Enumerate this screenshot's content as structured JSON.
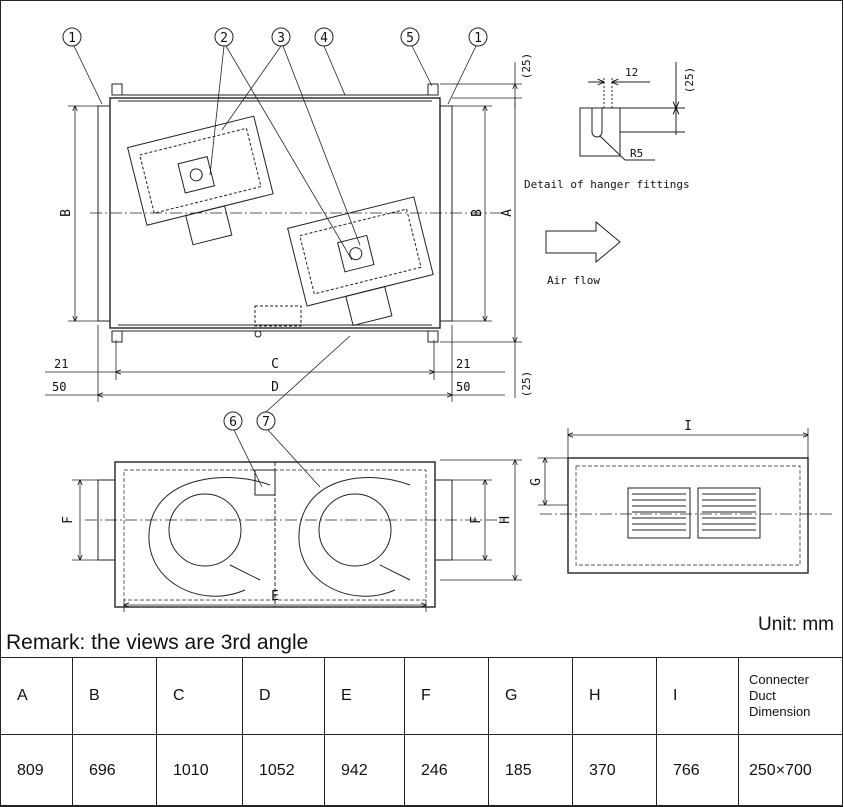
{
  "callouts": [
    "1",
    "2",
    "3",
    "4",
    "5",
    "1",
    "6",
    "7"
  ],
  "dim_labels": {
    "A": "A",
    "B": "B",
    "C": "C",
    "D": "D",
    "E": "E",
    "F": "F",
    "G": "G",
    "H": "H",
    "I": "I",
    "d21": "21",
    "d50": "50",
    "d25": "(25)"
  },
  "detail": {
    "d12": "12",
    "d25": "(25)",
    "r5": "R5",
    "caption": "Detail of hanger fittings"
  },
  "airflow_label": "Air flow",
  "unit_label": "Unit: mm",
  "remark": "Remark: the views are 3rd angle",
  "table": {
    "headers": [
      "A",
      "B",
      "C",
      "D",
      "E",
      "F",
      "G",
      "H",
      "I"
    ],
    "last_header": [
      "Connecter",
      "Duct",
      "Dimension"
    ],
    "values": [
      "809",
      "696",
      "1010",
      "1052",
      "942",
      "246",
      "185",
      "370",
      "766"
    ],
    "last_value": "250×700"
  }
}
